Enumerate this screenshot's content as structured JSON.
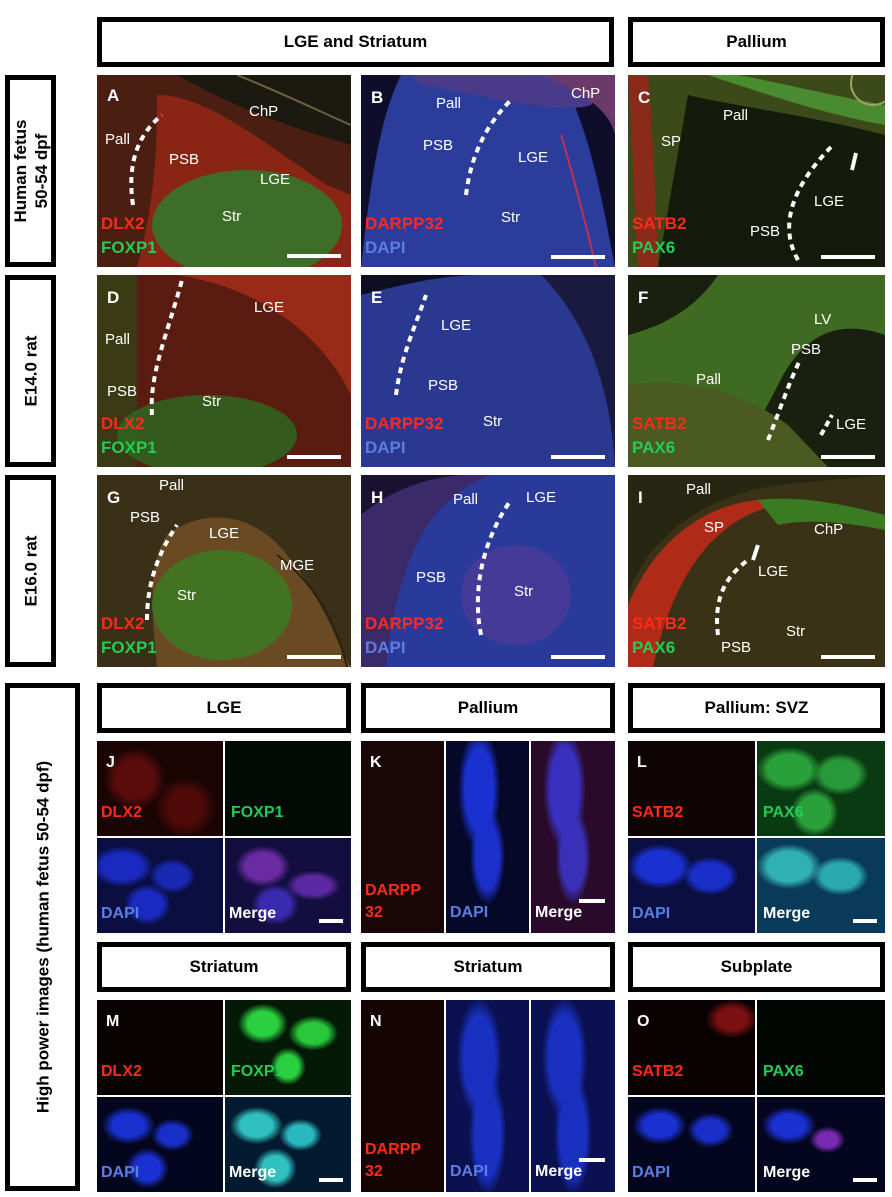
{
  "headers": {
    "lge_striatum": "LGE and Striatum",
    "pallium_top": "Pallium",
    "lge_hp": "LGE",
    "pallium_hp": "Pallium",
    "pallium_svz": "Pallium: SVZ",
    "striatum_1": "Striatum",
    "striatum_2": "Striatum",
    "subplate": "Subplate"
  },
  "rows": {
    "human_line1": "Human fetus",
    "human_line2": "50-54 dpf",
    "e14": "E14.0 rat",
    "e16": "E16.0 rat",
    "high_power": "High power images (human fetus 50-54 dpf)"
  },
  "panels": {
    "A": {
      "letter": "A",
      "m1": "DLX2",
      "m2": "FOXP1",
      "pall": "Pall",
      "psb": "PSB",
      "chp": "ChP",
      "lge": "LGE",
      "str": "Str"
    },
    "B": {
      "letter": "B",
      "m1": "DARPP32",
      "m2": "DAPI",
      "pall": "Pall",
      "psb": "PSB",
      "chp": "ChP",
      "lge": "LGE",
      "str": "Str"
    },
    "C": {
      "letter": "C",
      "m1": "SATB2",
      "m2": "PAX6",
      "pall": "Pall",
      "psb": "PSB",
      "sp": "SP",
      "lge": "LGE"
    },
    "D": {
      "letter": "D",
      "m1": "DLX2",
      "m2": "FOXP1",
      "pall": "Pall",
      "psb": "PSB",
      "lge": "LGE",
      "str": "Str"
    },
    "E": {
      "letter": "E",
      "m1": "DARPP32",
      "m2": "DAPI",
      "psb": "PSB",
      "lge": "LGE",
      "str": "Str"
    },
    "F": {
      "letter": "F",
      "m1": "SATB2",
      "m2": "PAX6",
      "pall": "Pall",
      "psb": "PSB",
      "lv": "LV",
      "lge": "LGE"
    },
    "G": {
      "letter": "G",
      "m1": "DLX2",
      "m2": "FOXP1",
      "pall": "Pall",
      "psb": "PSB",
      "lge": "LGE",
      "mge": "MGE",
      "str": "Str"
    },
    "H": {
      "letter": "H",
      "m1": "DARPP32",
      "m2": "DAPI",
      "pall": "Pall",
      "psb": "PSB",
      "lge": "LGE",
      "str": "Str"
    },
    "I": {
      "letter": "I",
      "m1": "SATB2",
      "m2": "PAX6",
      "pall": "Pall",
      "psb": "PSB",
      "sp": "SP",
      "chp": "ChP",
      "lge": "LGE",
      "str": "Str"
    },
    "J": {
      "letter": "J",
      "m1": "DLX2",
      "m2": "FOXP1",
      "m3": "DAPI",
      "m4": "Merge"
    },
    "K": {
      "letter": "K",
      "m1a": "DARPP",
      "m1b": "32",
      "m3": "DAPI",
      "m4": "Merge"
    },
    "L": {
      "letter": "L",
      "m1": "SATB2",
      "m2": "PAX6",
      "m3": "DAPI",
      "m4": "Merge"
    },
    "M": {
      "letter": "M",
      "m1": "DLX2",
      "m2": "FOXP1",
      "m3": "DAPI",
      "m4": "Merge"
    },
    "N": {
      "letter": "N",
      "m1a": "DARPP",
      "m1b": "32",
      "m3": "DAPI",
      "m4": "Merge"
    },
    "O": {
      "letter": "O",
      "m1": "SATB2",
      "m2": "PAX6",
      "m3": "DAPI",
      "m4": "Merge"
    }
  },
  "colors": {
    "red": "#ff2a1a",
    "green": "#22cc55",
    "blue": "#5a7fe0",
    "white": "#ffffff"
  }
}
